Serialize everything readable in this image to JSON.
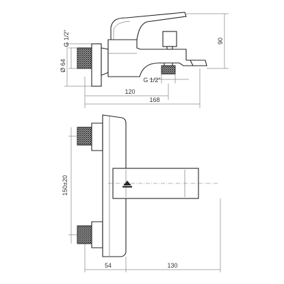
{
  "side_view": {
    "dims": {
      "thread_top": "G 1/2\"",
      "diameter": "Ø 64",
      "height": "90",
      "thread_bottom": "G 1/2\"",
      "depth_outlet": "120",
      "depth_total": "168"
    }
  },
  "front_view": {
    "dims": {
      "center_distance": "150±20",
      "offset_left": "54",
      "width_right": "130"
    }
  }
}
